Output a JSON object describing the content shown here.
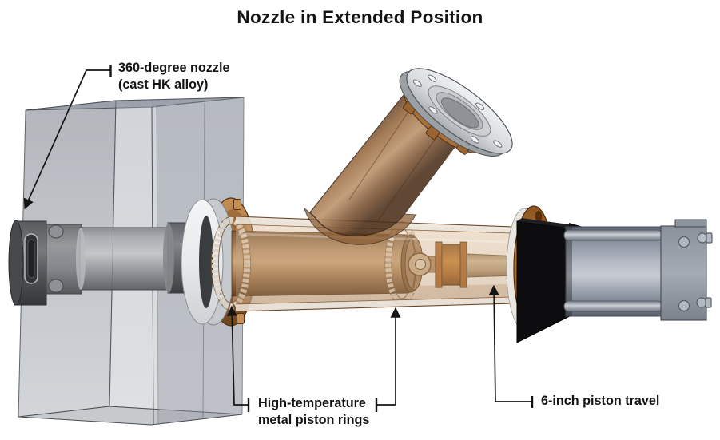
{
  "title": "Nozzle in Extended Position",
  "callouts": {
    "nozzle": {
      "line1": "360-degree nozzle",
      "line2": "(cast HK alloy)"
    },
    "piston_rings": {
      "line1": "High-temperature",
      "line2": "metal piston rings"
    },
    "piston_travel": {
      "line1": "6-inch piston travel"
    }
  },
  "colors": {
    "ink": "#141414",
    "copper": "#a5713d",
    "copper_dark": "#6e4520",
    "steel_gray": "#9aa0aa",
    "actuator_gray": "#9aa1ac",
    "flange_silver": "#e3e5e8",
    "glass_tube_tan": "#c89f75",
    "mount_black": "#0d0d10",
    "background": "#ffffff"
  }
}
